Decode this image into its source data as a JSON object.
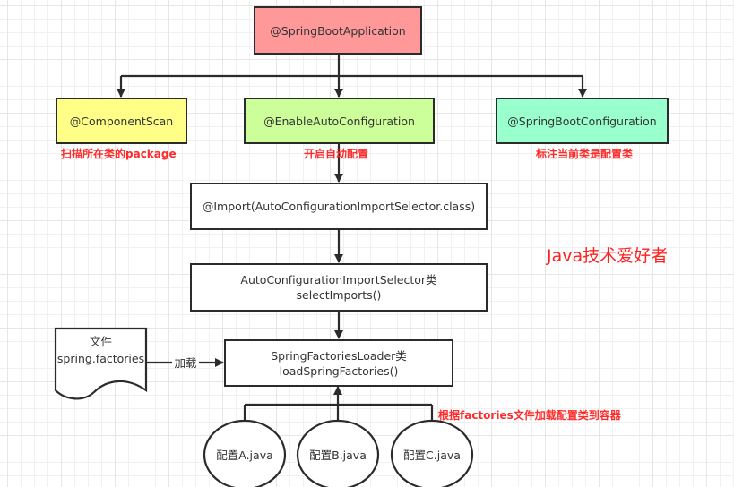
{
  "diagram": {
    "watermark": "Java技术爱好者",
    "nodes": {
      "spring_boot_application": {
        "label": "@SpringBootApplication",
        "fill": "#FF9999"
      },
      "component_scan": {
        "label": "@ComponentScan",
        "fill": "#FFFF88",
        "note": "扫描所在类的package"
      },
      "enable_auto_configuration": {
        "label": "@EnableAutoConfiguration",
        "fill": "#CCFF99",
        "note": "开启自动配置"
      },
      "spring_boot_configuration": {
        "label": "@SpringBootConfiguration",
        "fill": "#99FFCC",
        "note": "标注当前类是配置类"
      },
      "import_selector": {
        "label": "@Import(AutoConfigurationImportSelector.class)",
        "fill": "#FFFFFF"
      },
      "selector_class": {
        "line1": "AutoConfigurationImportSelector类",
        "line2": "selectImports()",
        "fill": "#FFFFFF"
      },
      "factories_loader": {
        "line1": "SpringFactoriesLoader类",
        "line2": "loadSpringFactories()",
        "fill": "#FFFFFF",
        "note": "根据factories文件加载配置类到容器"
      },
      "spring_factories_file": {
        "line1": "文件",
        "line2": "spring.factories"
      },
      "config_a": {
        "label": "配置A.java"
      },
      "config_b": {
        "label": "配置B.java"
      },
      "config_c": {
        "label": "配置C.java"
      }
    },
    "edges": {
      "load_label": "加载"
    },
    "colors": {
      "stroke": "#2b2b2b",
      "note": "#ff2a2a"
    }
  }
}
